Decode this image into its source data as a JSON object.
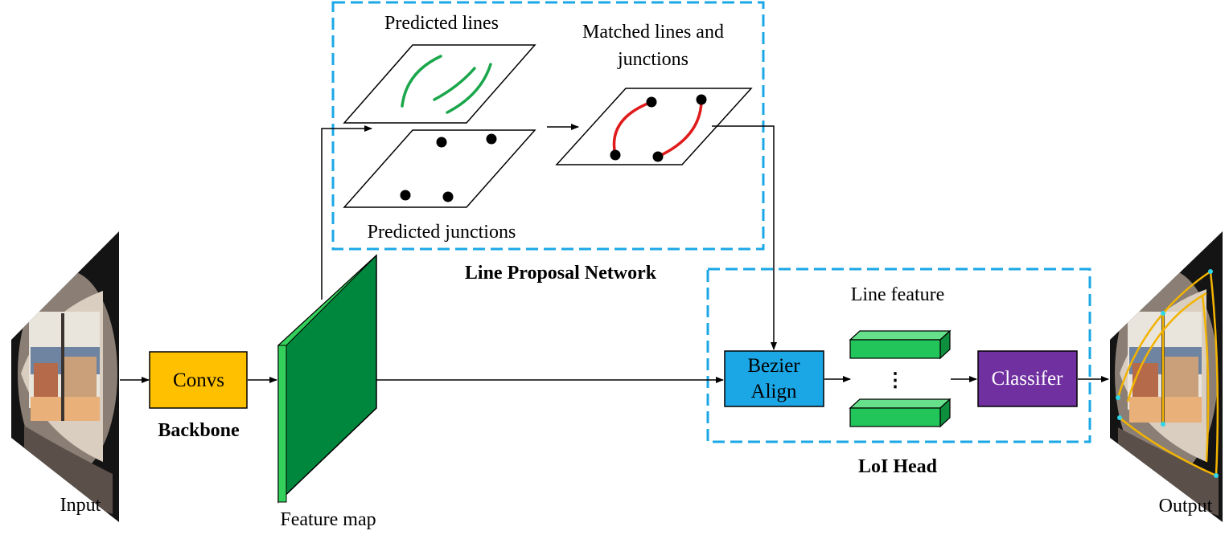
{
  "labels": {
    "input": "Input",
    "output": "Output",
    "backbone": "Backbone",
    "feature_map": "Feature map",
    "line_proposal_network": "Line Proposal Network",
    "predicted_lines": "Predicted lines",
    "predicted_junctions": "Predicted junctions",
    "matched_line1": "Matched lines and",
    "matched_line2": "junctions",
    "line_feature": "Line feature",
    "loi_head": "LoI Head",
    "ellipsis": "⋮"
  },
  "boxes": {
    "convs": "Convs",
    "bezier1": "Bezier",
    "bezier2": "Align",
    "classifier": "Classifer"
  },
  "colors": {
    "convs": "#FFC000",
    "bezier": "#1BA7E6",
    "classifier": "#7030A0",
    "feature_map": "#00873E",
    "feature_map_top": "#33D05A",
    "line_feature": "#22C55A",
    "dashed_border": "#1BA7E6",
    "predicted_line": "#1AA64B",
    "matched_line": "#E01B1B"
  }
}
